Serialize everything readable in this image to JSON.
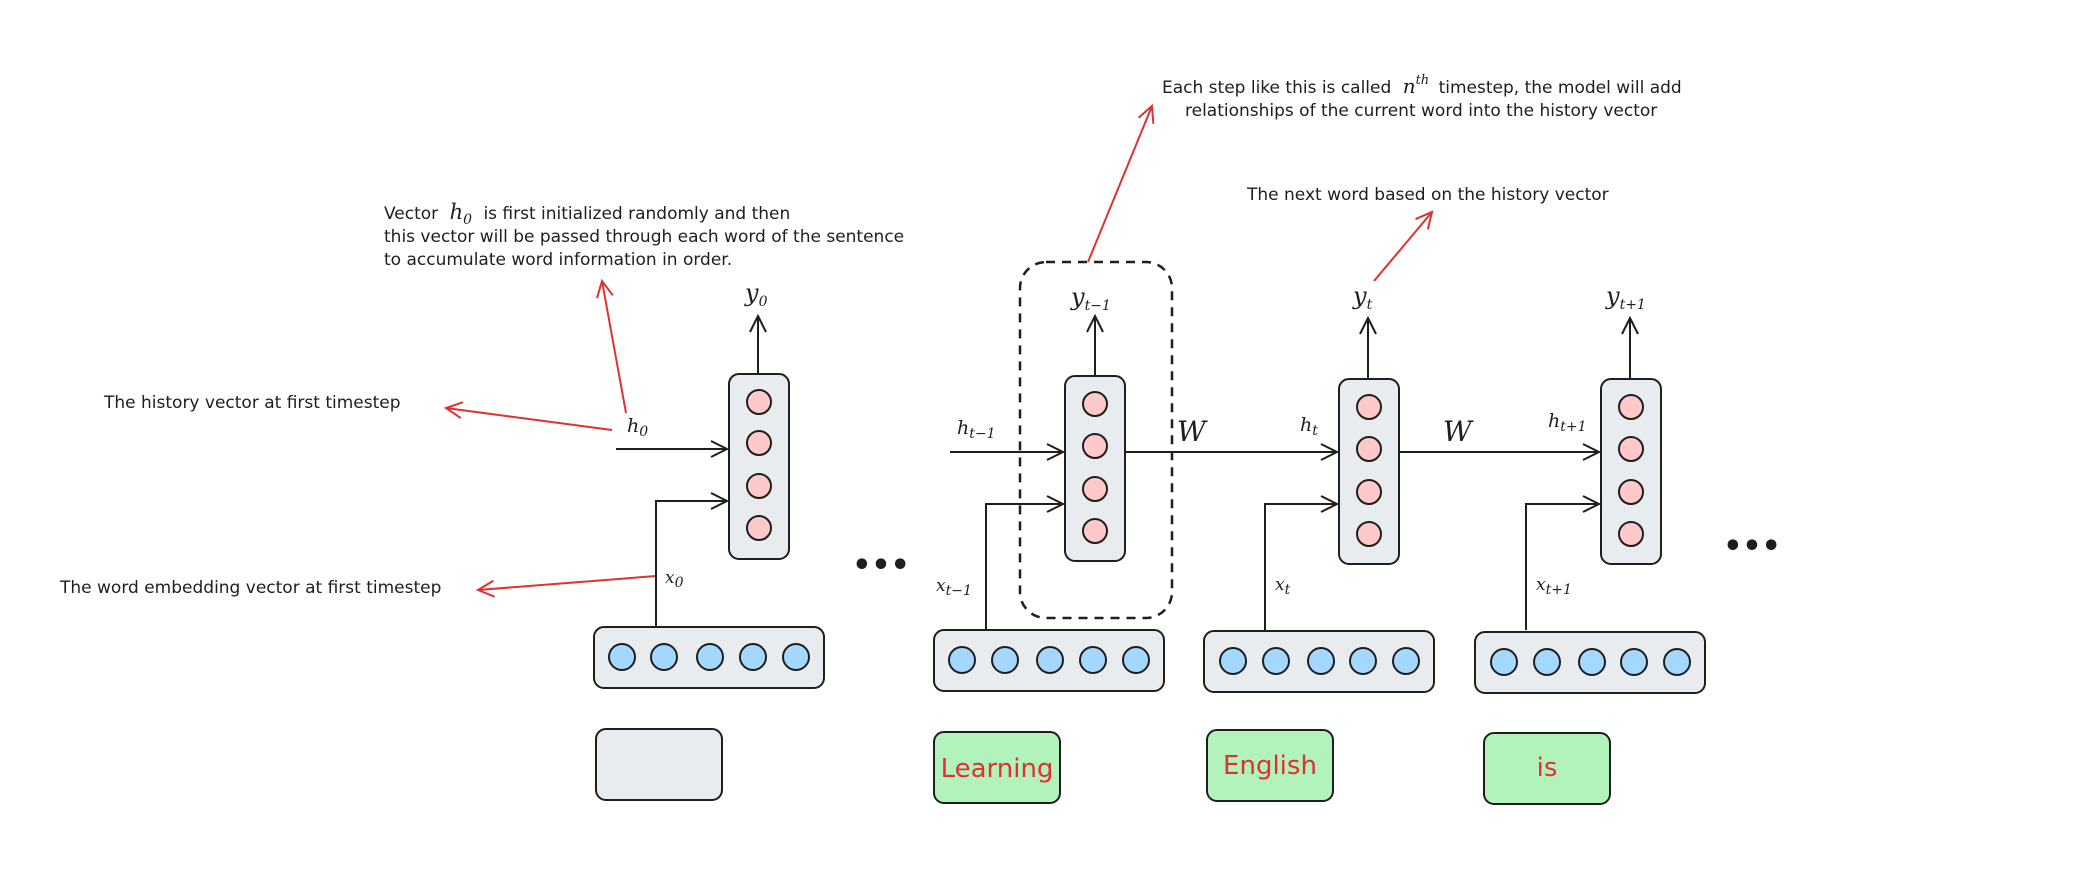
{
  "annotations": {
    "timestep_line1_pre": "Each step like this is called",
    "timestep_n": "n",
    "timestep_th": "th",
    "timestep_line1_post": "timestep, the model will add",
    "timestep_line2": "relationships of the current word into the history vector",
    "next_word": "The next word based on the history vector",
    "init_line1_pre": "Vector",
    "init_h": "h",
    "init_h_sub": "0",
    "init_line1_post": "is first initialized randomly and then",
    "init_line2": "this vector will be passed through each word of the sentence",
    "init_line3": "to accumulate word information in order.",
    "history_vector": "The history vector at first timestep",
    "word_embedding": "The word embedding vector at first timestep"
  },
  "symbols": {
    "y": "y",
    "h": "h",
    "x": "x",
    "W": "W",
    "sub_0": "0",
    "sub_t_minus_1": "t−1",
    "sub_t": "t",
    "sub_t_plus_1": "t+1",
    "ellipsis": "•••"
  },
  "words": {
    "w0": "",
    "w1": "Learning",
    "w2": "English",
    "w3": "is"
  },
  "colors": {
    "hidden_unit": "#ffc9c9",
    "embedding_unit": "#a5d8ff",
    "word_box": "#b2f2bb",
    "empty_word_box": "#e9ecef",
    "annotation_arrow": "#e03131"
  }
}
